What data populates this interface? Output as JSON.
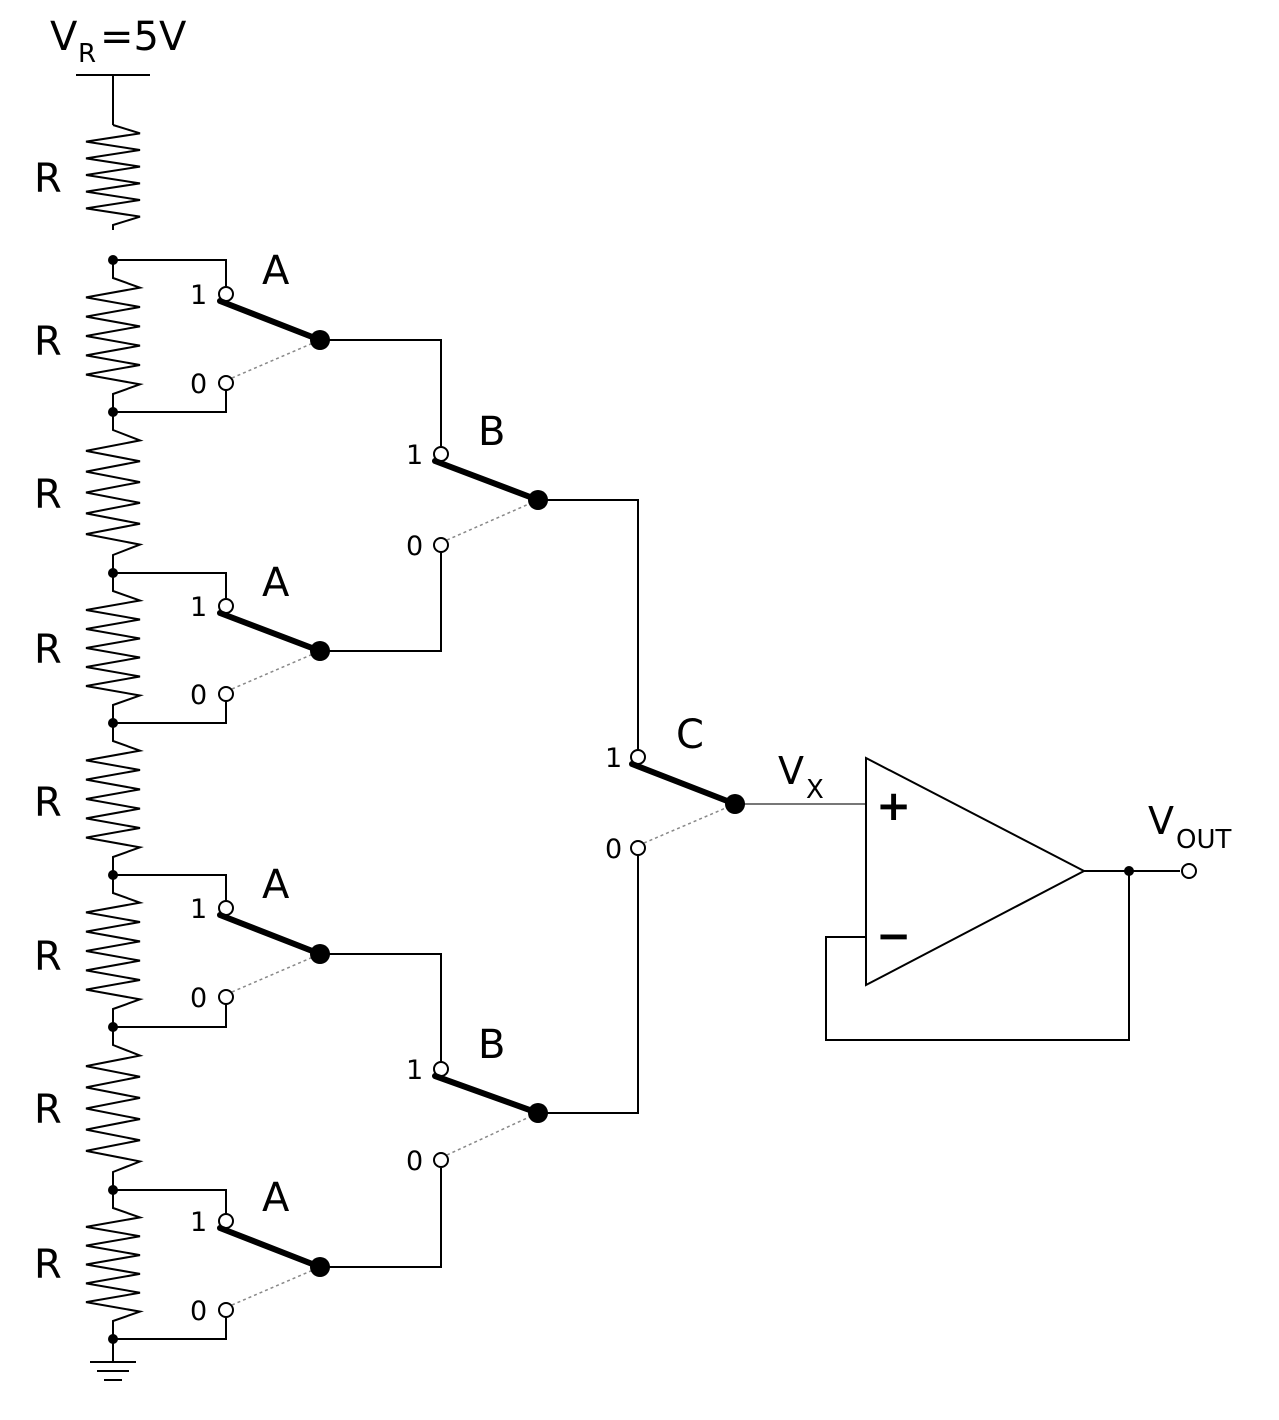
{
  "supply": {
    "label_main": "V",
    "label_sub": "R",
    "label_value": "=5V"
  },
  "resistor_label": "R",
  "resistors": [
    "R",
    "R",
    "R",
    "R",
    "R",
    "R",
    "R",
    "R"
  ],
  "pos_labels": {
    "one": "1",
    "zero": "0"
  },
  "switches": [
    {
      "name": "A",
      "one": "1",
      "zero": "0"
    },
    {
      "name": "A",
      "one": "1",
      "zero": "0"
    },
    {
      "name": "A",
      "one": "1",
      "zero": "0"
    },
    {
      "name": "A",
      "one": "1",
      "zero": "0"
    },
    {
      "name": "B",
      "one": "1",
      "zero": "0"
    },
    {
      "name": "B",
      "one": "1",
      "zero": "0"
    },
    {
      "name": "C",
      "one": "1",
      "zero": "0"
    }
  ],
  "vx": {
    "main": "V",
    "sub": "X"
  },
  "vout": {
    "main": "V",
    "sub": "OUT"
  },
  "opamp": {
    "plus": "+",
    "minus": "−"
  }
}
